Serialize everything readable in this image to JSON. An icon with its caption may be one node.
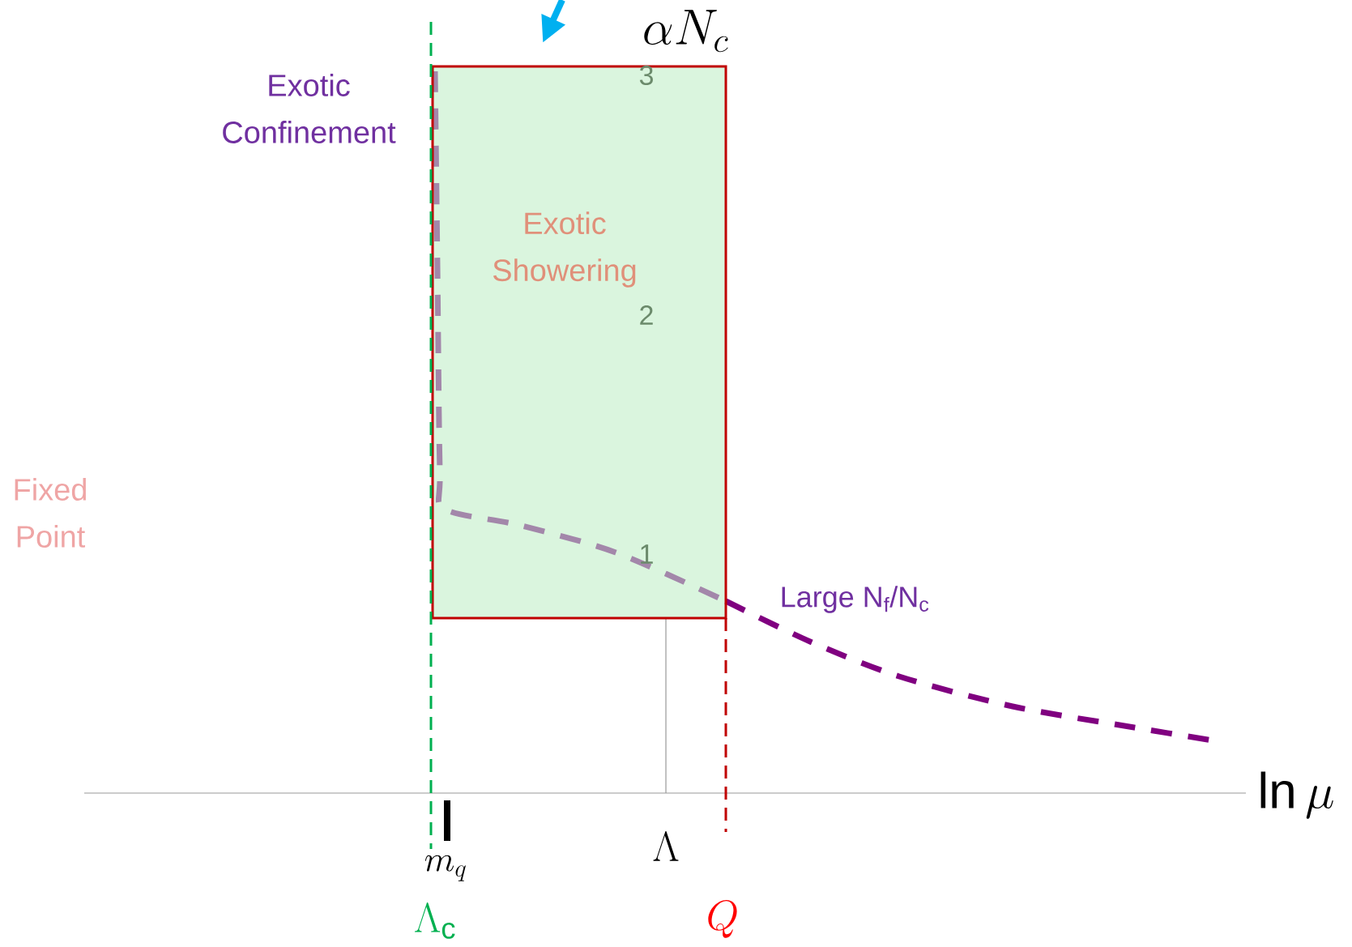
{
  "diagram": {
    "nodes": [
      {
        "text": [
          "Exotic Showering"
        ]
      }
    ],
    "labels": [
      "\\alpha N_c",
      "3",
      "Exotic Confinement",
      "2",
      "Fixed Point",
      "1",
      "Large N$_{f}$/N$_{c}$",
      "\\ln\\mu",
      "\\Lambda",
      "m_q",
      "\\Lambda_{\\mathrm{c}}",
      "Q"
    ]
  }
}
